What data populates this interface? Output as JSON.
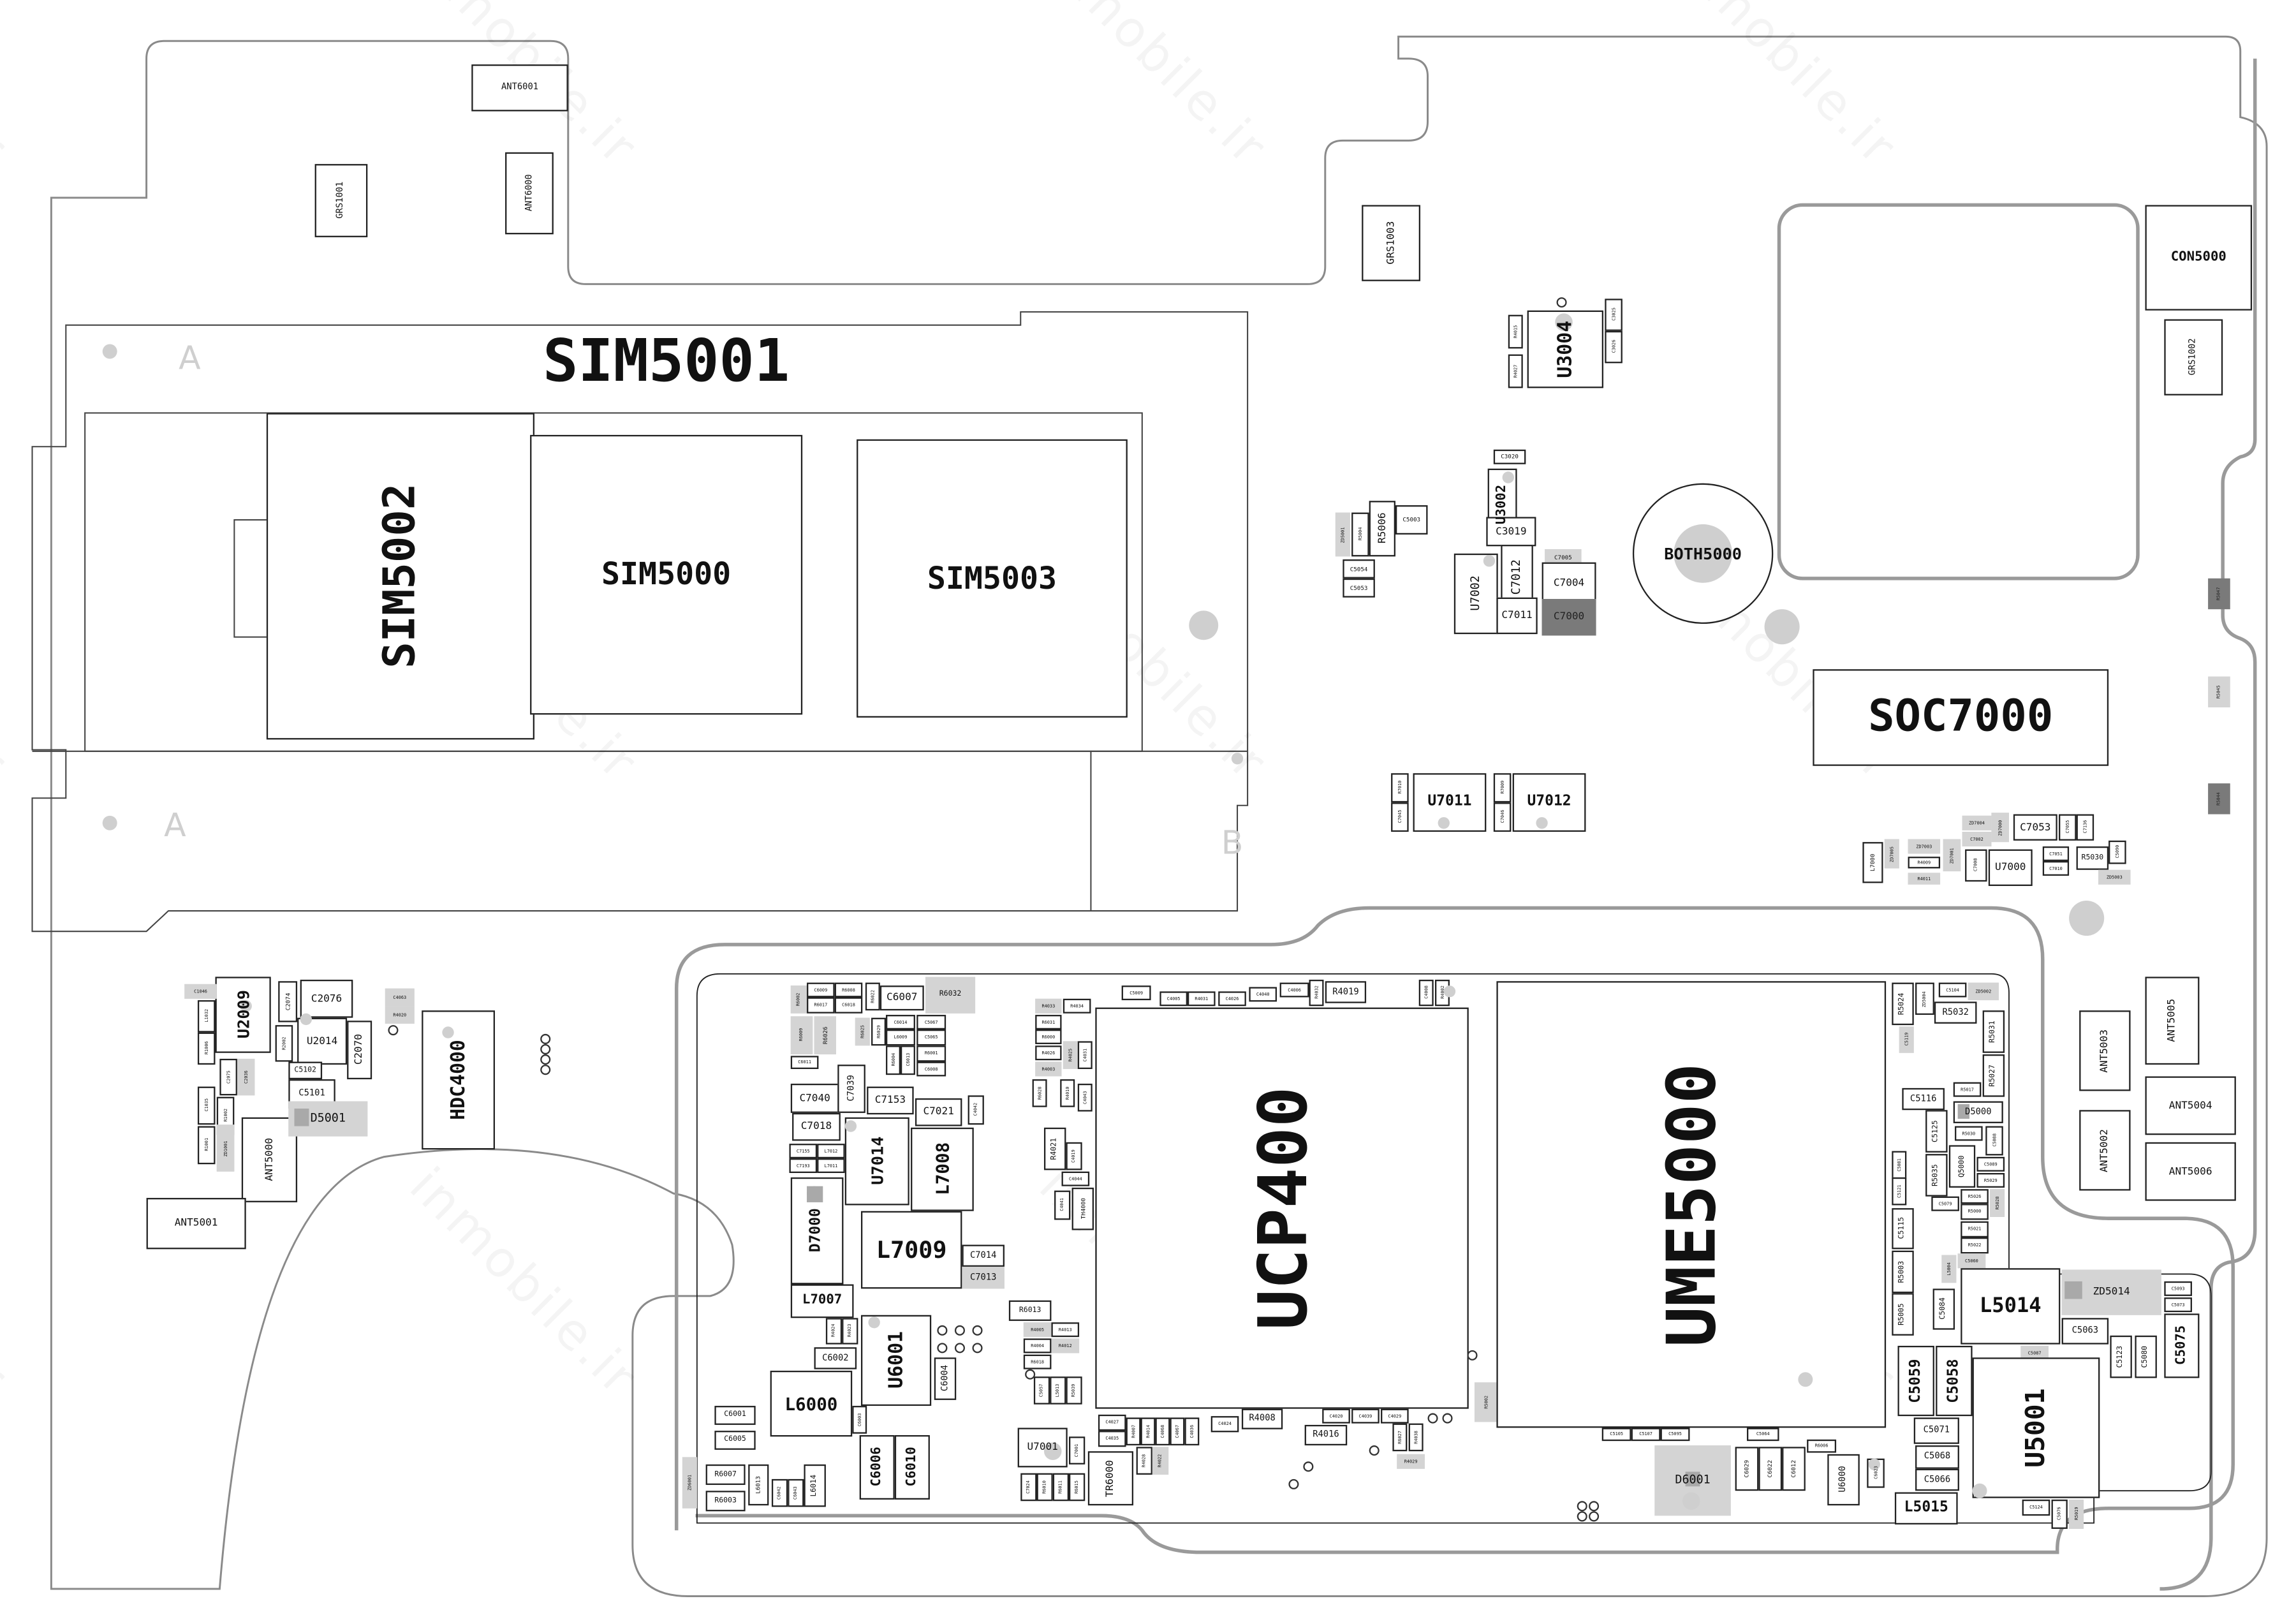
{
  "watermark": "inmobile.ir",
  "markers": [
    "A",
    "A",
    "B"
  ],
  "components": [
    "SIM5001",
    "SIM5002",
    "SIM5000",
    "SIM5003",
    "ANT6001",
    "ANT6000",
    "GRS1001",
    "GRS1003",
    "CON5000",
    "GRS1002",
    "U3004",
    "R4015",
    "R4027",
    "C3025",
    "C3026",
    "C3020",
    "U3002",
    "C3019",
    "C7012",
    "U7002",
    "C7011",
    "C7005",
    "C7004",
    "C7000",
    "ZD5001",
    "R5004",
    "R5006",
    "C5003",
    "C5054",
    "C5053",
    "BOTH5000",
    "SOC7000",
    "U7011",
    "R7010",
    "C7045",
    "R7009",
    "C7046",
    "U7012",
    "R5047",
    "R5045",
    "R5044",
    "L7000",
    "ZD7005",
    "ZD7003",
    "R4009",
    "R4011",
    "ZD7001",
    "C7008",
    "ZD7004",
    "C7002",
    "ZD7000",
    "U7000",
    "C7053",
    "C7055",
    "C7136",
    "C7051",
    "C7010",
    "R5030",
    "C5090",
    "ZD5003",
    "ANT5005",
    "ANT5003",
    "ANT5004",
    "ANT5002",
    "ANT5006",
    "U2009",
    "C1046",
    "L1032",
    "R1006",
    "C2074",
    "C2076",
    "R2002",
    "U2014",
    "C2070",
    "C2075",
    "C2036",
    "C5102",
    "C5101",
    "C1035",
    "R1002",
    "R1001",
    "ZD1001",
    "ANT5000",
    "D5001",
    "ANT5001",
    "C4063",
    "R4020",
    "HDC4000",
    "R6002",
    "C6009",
    "R6008",
    "R6017",
    "C6018",
    "R6022",
    "C6007",
    "R6032",
    "R6009",
    "R6026",
    "C6011",
    "R6025",
    "R6029",
    "C6014",
    "C5067",
    "L6009",
    "C5065",
    "R6004",
    "C6013",
    "R6001",
    "C6008",
    "C7040",
    "C7039",
    "C7153",
    "C7021",
    "C4042",
    "C7018",
    "C7155",
    "L7012",
    "C7193",
    "L7011",
    "U7014",
    "L7008",
    "D7000",
    "L7009",
    "C7014",
    "C7013",
    "L7007",
    "R4024",
    "R4023",
    "U6001",
    "C6002",
    "L6000",
    "C6004",
    "C6003",
    "C6006",
    "C6010",
    "L6014",
    "C6043",
    "C6042",
    "L6013",
    "R6007",
    "R6003",
    "C6001",
    "C6005",
    "ZD6001",
    "R6013",
    "R4005",
    "R4013",
    "R4004",
    "R4012",
    "R6018",
    "C5057",
    "L5013",
    "R5039",
    "R4033",
    "R4034",
    "R6031",
    "R6000",
    "R4026",
    "R4003",
    "R4025",
    "C4031",
    "R6028",
    "R4010",
    "C4043",
    "R4021",
    "C4019",
    "C4044",
    "C4041",
    "TH4000",
    "C5009",
    "C4005",
    "R4031",
    "C4026",
    "C4040",
    "C4006",
    "R4032",
    "R4019",
    "C4008",
    "R4002",
    "UCP400",
    "R5002",
    "C4027",
    "C4035",
    "R4007",
    "R4014",
    "C4068",
    "C4067",
    "C4036",
    "C4024",
    "R4008",
    "U7001",
    "C7001",
    "TR6000",
    "R4028",
    "R4022",
    "C7024",
    "R6010",
    "R6011",
    "R6015",
    "C4020",
    "C4039",
    "C4029",
    "R4016",
    "R6027",
    "R4038",
    "R4029",
    "UME5000",
    "R5024",
    "ZD5004",
    "C5104",
    "ZD5002",
    "R5032",
    "C5119",
    "R5031",
    "R5027",
    "R5017",
    "C5116",
    "D5000",
    "C5125",
    "R5030",
    "C5088",
    "Q5000",
    "R5035",
    "C5089",
    "R5029",
    "C5081",
    "C5121",
    "C5079",
    "R5026",
    "R5000",
    "R5021",
    "R5022",
    "R5028",
    "C5115",
    "C5060",
    "L5004",
    "R5003",
    "R5005",
    "C5084",
    "L5014",
    "ZD5014",
    "C5093",
    "C5073",
    "C5063",
    "C5075",
    "C5123",
    "C5080",
    "C5087",
    "C5059",
    "C5058",
    "U5001",
    "C5071",
    "C5068",
    "C5066",
    "L5015",
    "C5124",
    "C5076",
    "R5019",
    "C6023",
    "C5105",
    "C5107",
    "C5095",
    "D6001",
    "C5064",
    "C6029",
    "C6022",
    "C6012",
    "R6006",
    "U6000"
  ]
}
